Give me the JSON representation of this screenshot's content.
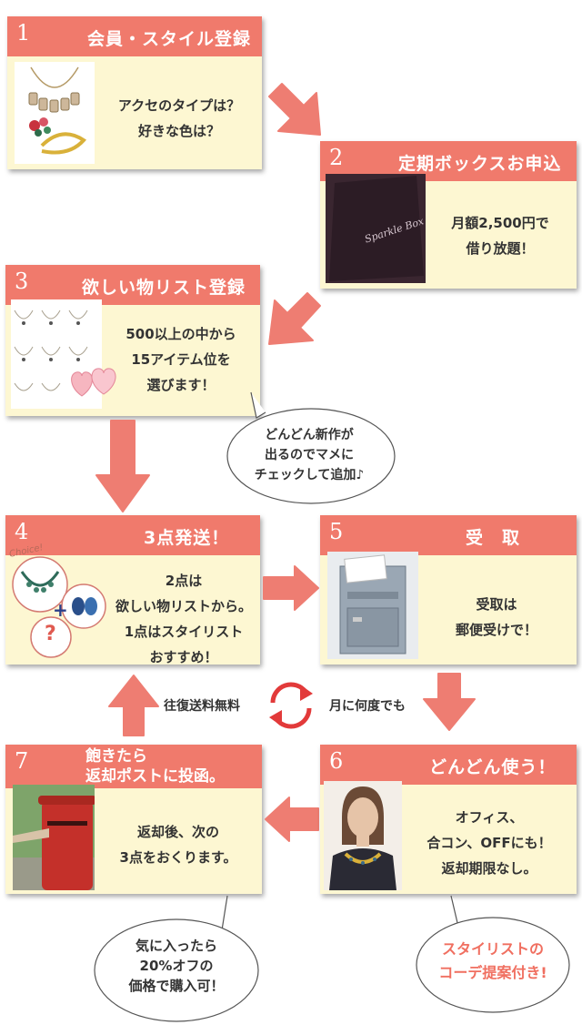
{
  "steps": [
    {
      "num": "1",
      "title": "会員・スタイル登録",
      "lines": [
        "アクセのタイプは？",
        "好きな色は？"
      ]
    },
    {
      "num": "2",
      "title": "定期ボックスお申込",
      "lines": [
        "月額2,500円で",
        "借り放題！"
      ],
      "box_text": "Sparkle Box"
    },
    {
      "num": "3",
      "title": "欲しい物リスト登録",
      "lines": [
        "500以上の中から",
        "15アイテム位を",
        "選びます！"
      ]
    },
    {
      "num": "4",
      "title": "3点発送！",
      "lines": [
        "2点は",
        "欲しい物リストから。",
        "1点はスタイリスト",
        "おすすめ！"
      ],
      "choice_label": "Choice!",
      "plus": "+",
      "question": "?"
    },
    {
      "num": "5",
      "title": "受　取",
      "lines": [
        "受取は",
        "郵便受けで！"
      ]
    },
    {
      "num": "6",
      "title": "どんどん使う！",
      "lines": [
        "オフィス、",
        "合コン、OFFにも！",
        "返却期限なし。"
      ]
    },
    {
      "num": "7",
      "title_lines": [
        "飽きたら",
        "返却ポストに投函。"
      ],
      "lines": [
        "返却後、次の",
        "3点をおくります。"
      ]
    }
  ],
  "bubbles": {
    "new_items": [
      "どんどん新作が",
      "出るのでマメに",
      "チェックして追加♪"
    ],
    "discount": [
      "気に入ったら",
      "20%オフの",
      "価格で購入可！"
    ],
    "stylist": [
      "スタイリストの",
      "コーデ提案付き!"
    ]
  },
  "cycle": {
    "left_label": "往復送料無料",
    "right_label": "月に何度でも"
  },
  "colors": {
    "header": "#f07a6c",
    "card": "#fdf7d2",
    "arrow": "#ee7d72",
    "bubble_red_text": "#f06f60"
  }
}
